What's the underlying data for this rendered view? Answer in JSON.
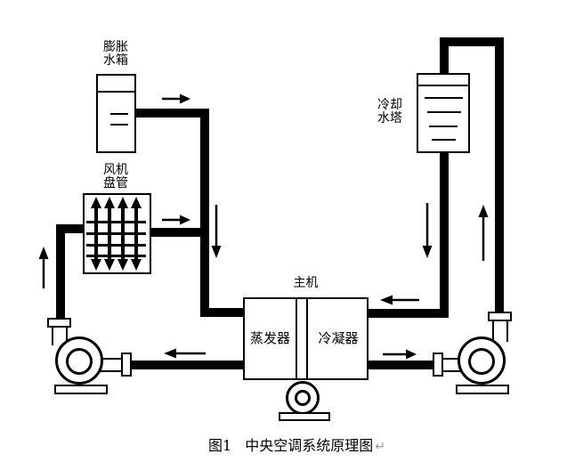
{
  "colors": {
    "ink": "#000000",
    "background": "#ffffff",
    "return_mark": "#9a9a9a"
  },
  "components": {
    "expansion_tank": {
      "label": [
        "膨胀",
        "水箱"
      ]
    },
    "fan_coil": {
      "label": [
        "风机",
        "盘管"
      ]
    },
    "cooling_tower": {
      "label": [
        "冷却",
        "水塔"
      ]
    },
    "main_unit": {
      "label": "主机",
      "evaporator_label": "蒸发器",
      "condenser_label": "冷凝器"
    }
  },
  "caption": {
    "figure_no": "图1",
    "title": "中央空调系统原理图",
    "return_mark": "↵"
  }
}
